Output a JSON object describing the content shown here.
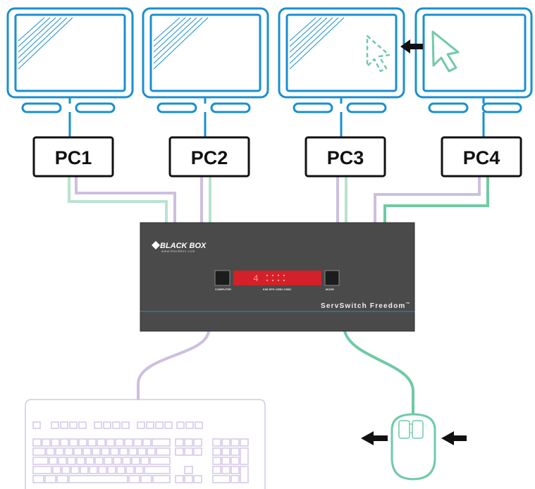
{
  "pcs": [
    {
      "label": "PC1"
    },
    {
      "label": "PC2"
    },
    {
      "label": "PC3"
    },
    {
      "label": "PC4"
    }
  ],
  "switch": {
    "brand": "BLACK BOX",
    "brand_url": "www.blackbox.com",
    "product_name": "ServSwitch Freedom",
    "product_mark": "™",
    "display_value": "4",
    "left_button_label": "COMPUTER",
    "right_button_label": "MODE",
    "indicator_labels": "K/M   SPK  USB1  USB2"
  },
  "colors": {
    "monitor": "#1a8fd0",
    "cable_purple": "#cdbfe0",
    "cable_green": "#b9e3cf",
    "cable_mint": "#6fcaa6",
    "switch_body": "#4a4a4a",
    "display": "#d42028",
    "keyboard": "#d3c7e6",
    "mouse": "#6fcaa6"
  },
  "icons": [
    "pointer-cursor-icon",
    "ghost-cursor-icon",
    "left-arrow-icon"
  ]
}
